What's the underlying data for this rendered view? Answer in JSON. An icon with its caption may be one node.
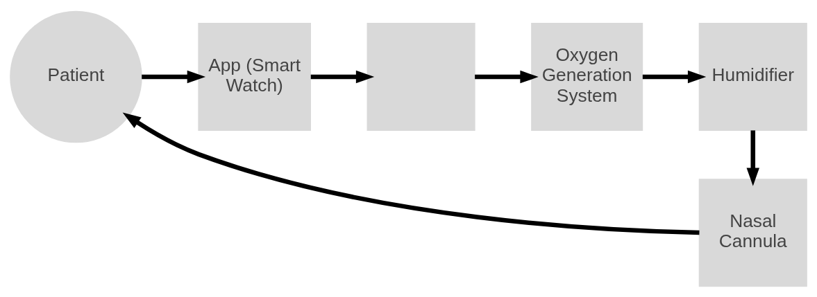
{
  "diagram": {
    "nodes": [
      {
        "text": [
          "Patient"
        ]
      },
      {
        "text": [
          "App (Smart Watch)"
        ]
      },
      {
        "text": [],
        "shape": "box"
      },
      {
        "text": [
          "Oxygen Generation System"
        ]
      },
      {
        "text": [
          "Humidifier"
        ]
      },
      {
        "text": [
          "Nasal Cannula"
        ]
      }
    ],
    "edges": [
      {
        "from": 0,
        "to": 1,
        "arrow": "to"
      },
      {
        "from": 1,
        "to": 2,
        "arrow": "to"
      },
      {
        "from": 2,
        "to": 3,
        "arrow": "to"
      },
      {
        "from": 3,
        "to": 4,
        "arrow": "to"
      },
      {
        "from": 4,
        "to": 5,
        "arrow": "to"
      },
      {
        "from": 5,
        "to": 0,
        "arrow": "to"
      }
    ]
  }
}
